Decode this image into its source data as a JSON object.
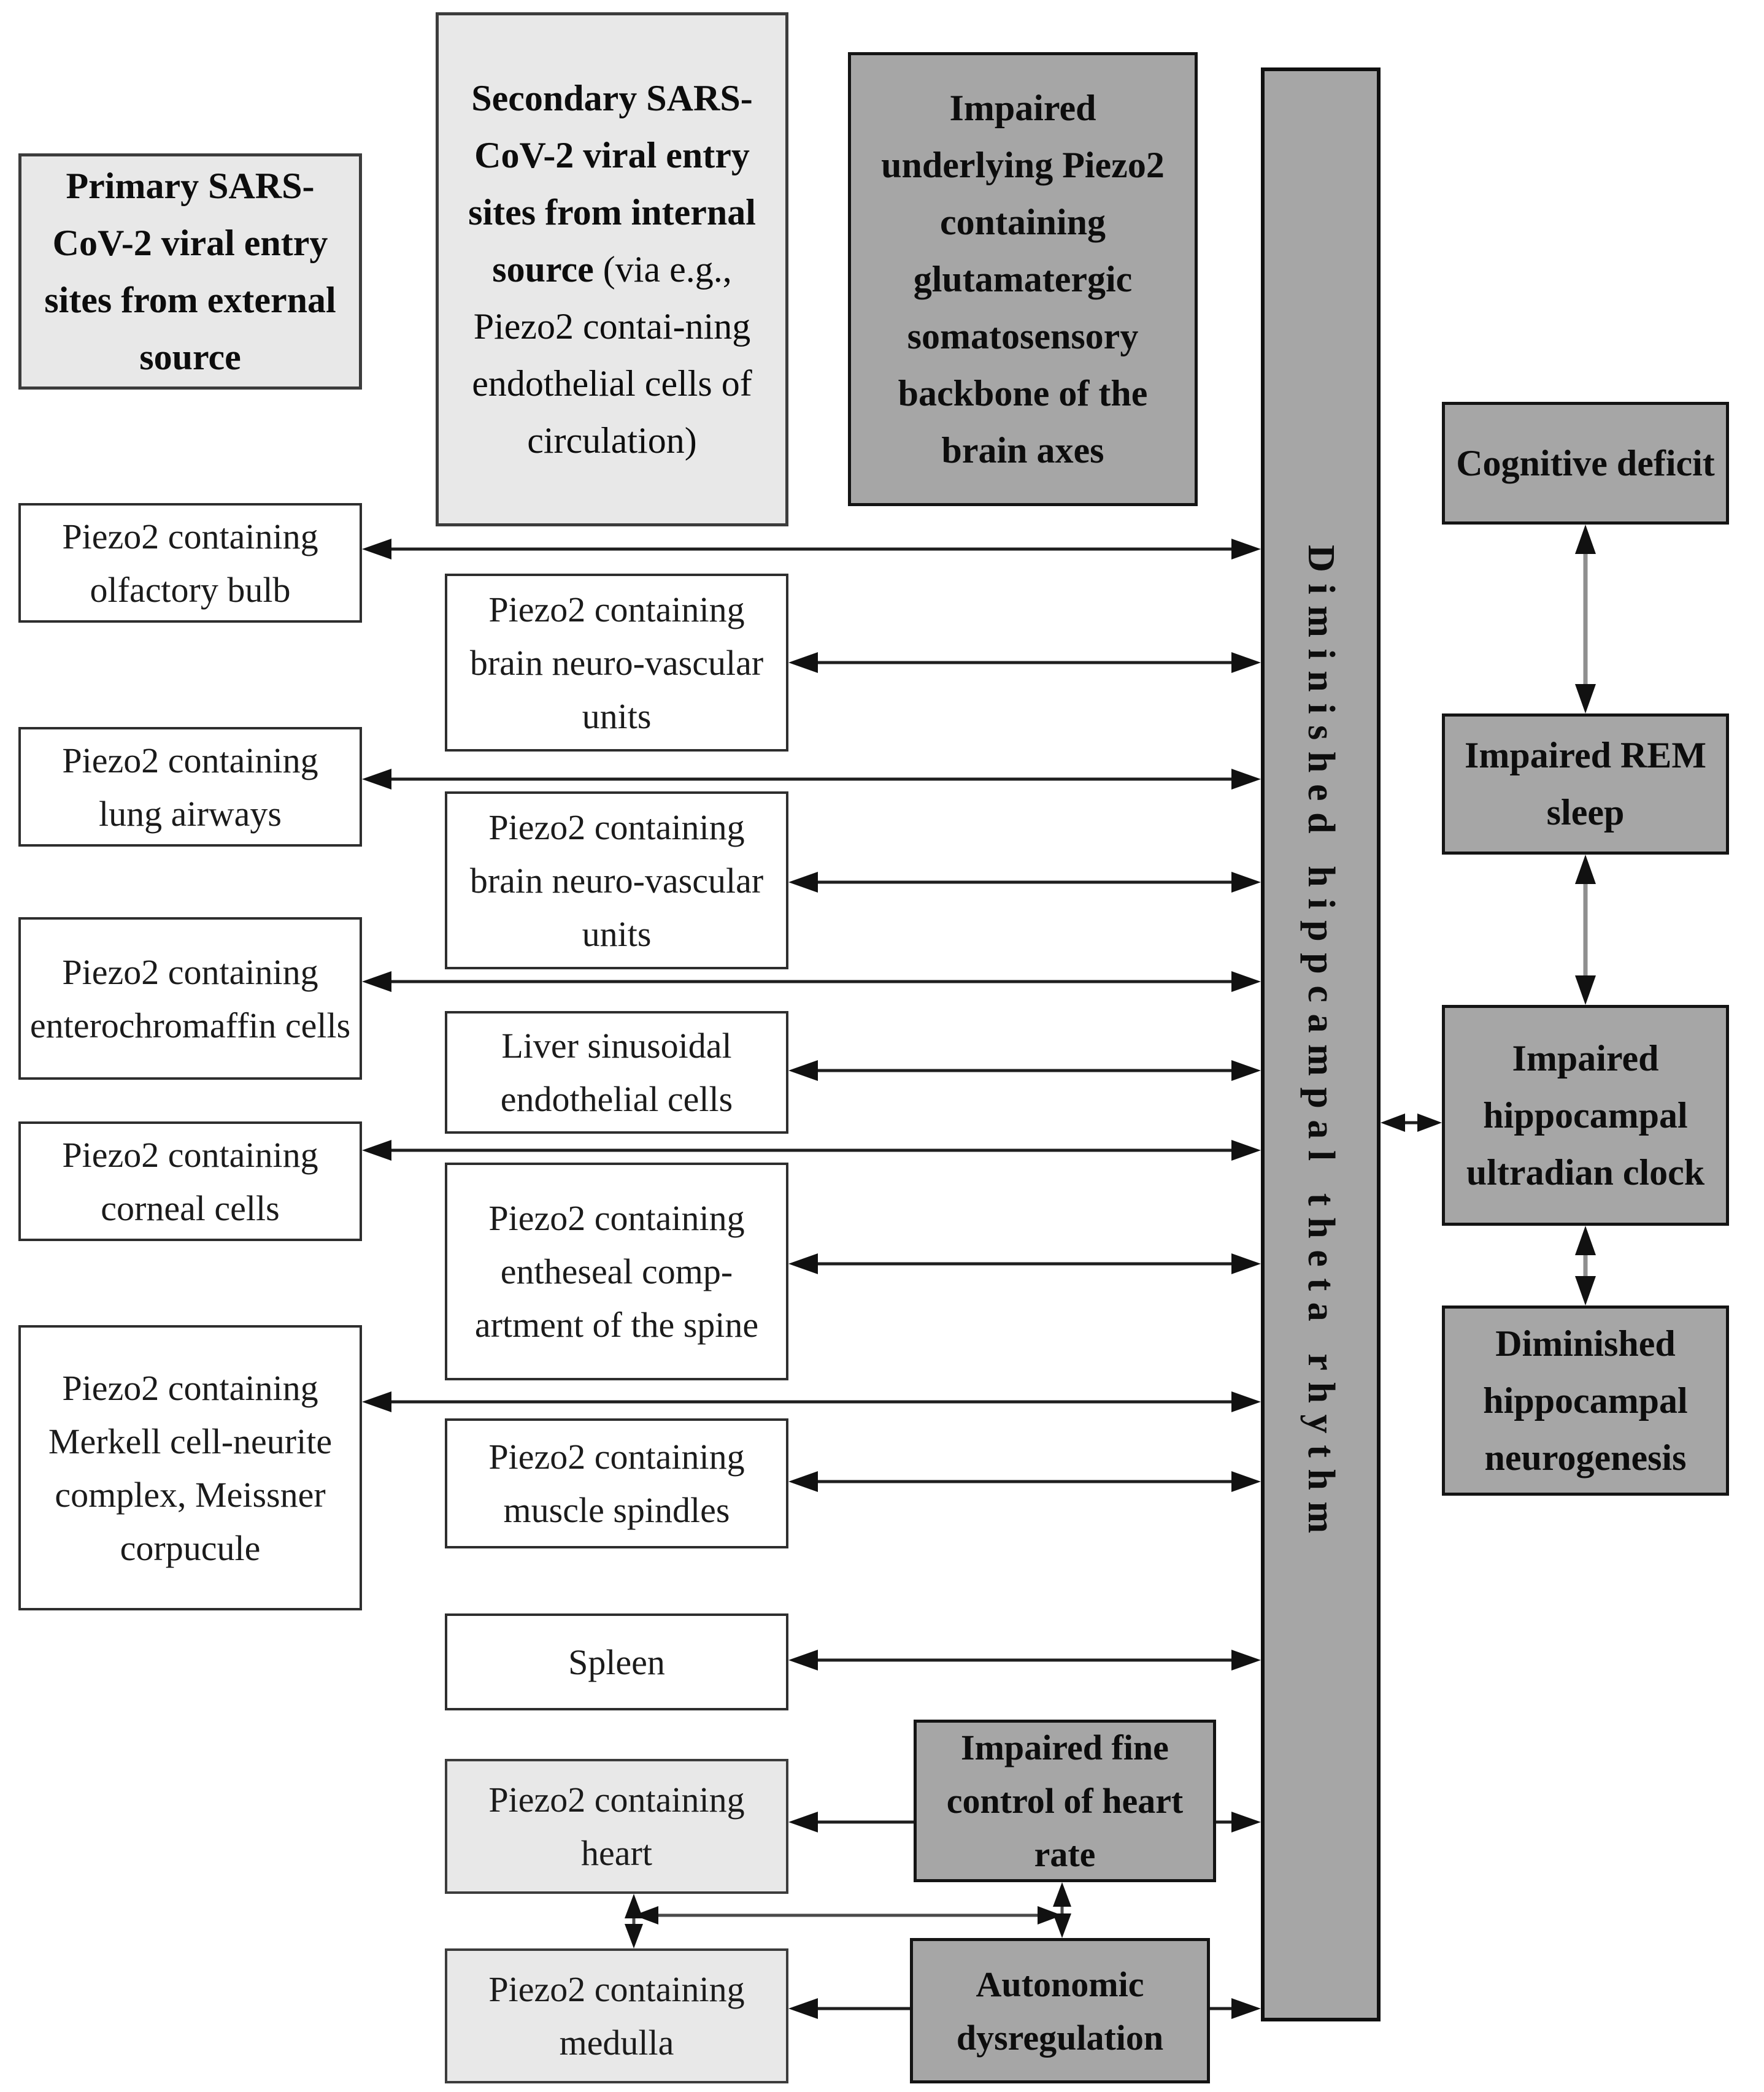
{
  "colors": {
    "box_white": "#ffffff",
    "box_light_gray": "#e8e8e8",
    "box_dark_gray": "#a6a6a6",
    "border": "#141414",
    "arrow": "#111111"
  },
  "primary_column": {
    "header": "Primary SARS-CoV-2 viral entry sites from external source",
    "boxes": [
      "Piezo2 containing olfactory bulb",
      "Piezo2 containing lung airways",
      "Piezo2 containing enterochromaffin cells",
      "Piezo2 containing corneal cells",
      "Piezo2 containing Merkell cell-neurite complex, Meissner corpucule"
    ]
  },
  "secondary_column": {
    "header_bold": "Secondary SARS-CoV-2 viral entry sites from internal source",
    "header_note": " (via e.g., Piezo2 contai-ning endothelial cells of circulation)",
    "boxes": [
      "Piezo2 containing brain neuro-vascular units",
      "Piezo2 containing brain neuro-vascular units",
      "Liver sinusoidal endothelial cells",
      "Piezo2 containing entheseal comp-artment of the spine",
      "Piezo2 containing muscle spindles",
      "Spleen",
      "Piezo2 containing heart",
      "Piezo2 containing medulla"
    ]
  },
  "impairment_column": {
    "header": "Impaired underlying Piezo2 containing glutamatergic somatosensory backbone of the brain axes",
    "boxes": [
      "Impaired fine control of heart rate",
      "Autonomic dysregulation"
    ]
  },
  "central_bar": {
    "label": "Diminished hippcampal theta rhythm"
  },
  "outcome_column": {
    "boxes": [
      "Cognitive deficit",
      "Impaired REM sleep",
      "Impaired hippocampal ultradian clock",
      "Diminished hippocampal neurogenesis"
    ]
  }
}
